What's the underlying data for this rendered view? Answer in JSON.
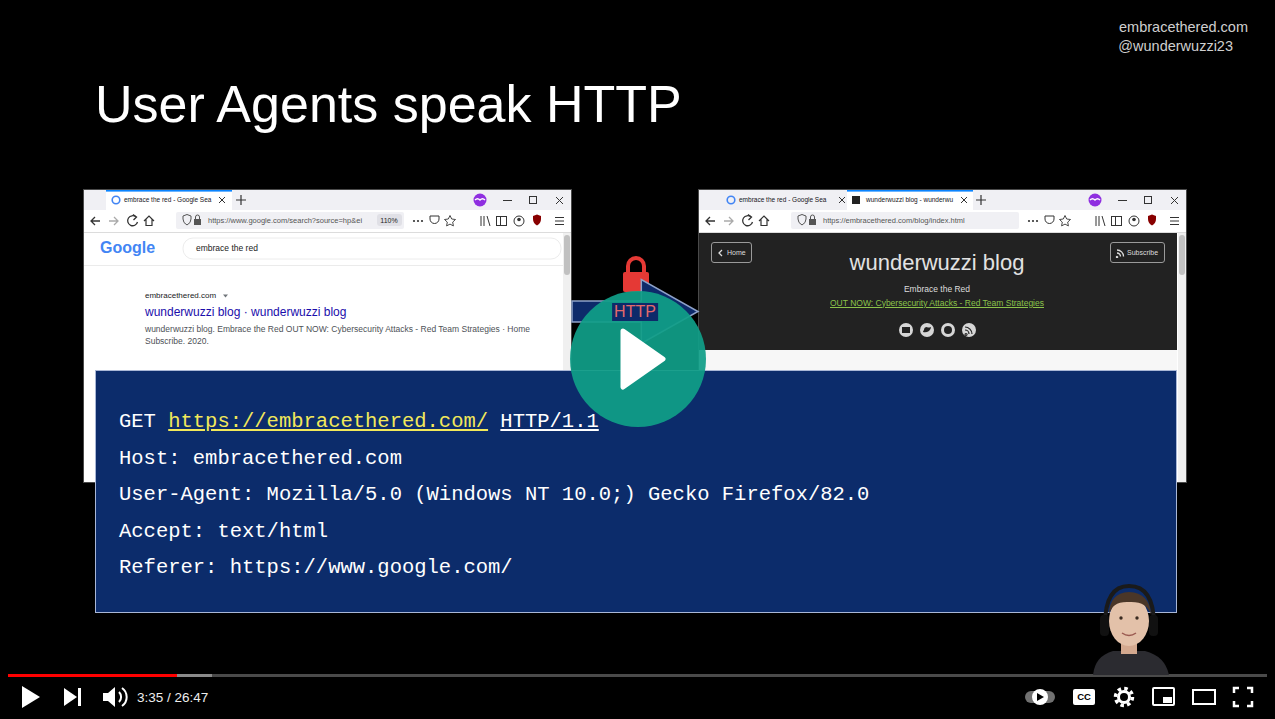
{
  "diagram": {
    "title": "User Agents speak HTTP",
    "nodes": [
      {
        "text": [
          "embrace the red - Google Sea",
          "https://www.google.com/search?source=hp&ei",
          "110%",
          "Google",
          "embrace the red",
          "embracethered.com",
          "wunderwuzzi blog · wunderwuzzi blog",
          "wunderwuzzi blog. Embrace the Red OUT NOW: Cybersecurity Attacks - Red Team Strategies · Home Subscribe. 2020."
        ]
      },
      {
        "text": [
          "embrace the red - Google Sea",
          "wunderwuzzi blog - wunderwu",
          "https://embracethered.com/blog/index.html",
          "wunderwuzzi blog",
          "Embrace the Red",
          "OUT NOW: Cybersecurity Attacks - Red Team Strategies"
        ]
      },
      {
        "text": [
          "Home"
        ],
        "in": 1
      },
      {
        "text": [
          "Subscribe"
        ],
        "in": 1
      },
      {
        "text": [
          "GET",
          "https://embracethered.com/",
          "HTTP/1.1",
          "Host: embracethered.com",
          "User-Agent: Mozilla/5.0 (Windows NT 10.0;) Gecko Firefox/82.0",
          "Accept: text/html",
          "Referer: https://www.google.com/"
        ]
      }
    ],
    "edges": [
      {
        "from": 0,
        "to": 1,
        "arrow": "to",
        "label": "HTTP"
      }
    ],
    "labels": [
      "embracethered.com",
      "@wunderwuzzi23",
      "3:35 / 26:47",
      "CC"
    ]
  }
}
